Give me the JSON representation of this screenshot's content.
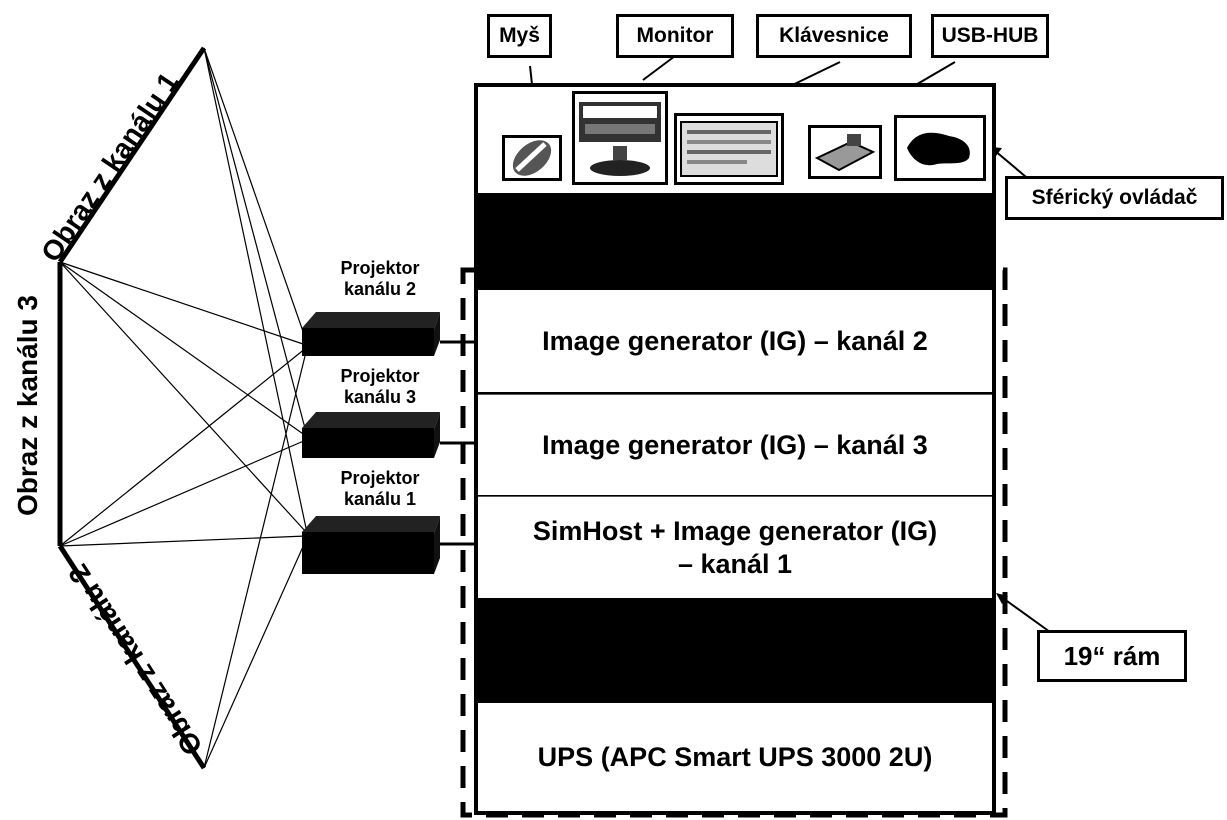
{
  "screens": {
    "channel1": "Obraz z kanálu 1",
    "channel2": "Obraz z kanálu 2",
    "channel3": "Obraz z kanálu 3"
  },
  "projectors": [
    {
      "label_line1": "Projektor",
      "label_line2": "kanálu 2"
    },
    {
      "label_line1": "Projektor",
      "label_line2": "kanálu 3"
    },
    {
      "label_line1": "Projektor",
      "label_line2": "kanálu 1"
    }
  ],
  "peripherals": {
    "mouse": "Myš",
    "monitor": "Monitor",
    "keyboard": "Klávesnice",
    "usb_hub": "USB-HUB",
    "joystick": "Sférický ovládač"
  },
  "rack": {
    "frame_label": "19“ rám",
    "ig_channel2": "Image generator (IG) – kanál 2",
    "ig_channel3": "Image generator (IG) – kanál 3",
    "simhost_line1": "SimHost + Image generator (IG)",
    "simhost_line2": "– kanál 1",
    "ups": "UPS (APC Smart UPS 3000 2U)"
  }
}
